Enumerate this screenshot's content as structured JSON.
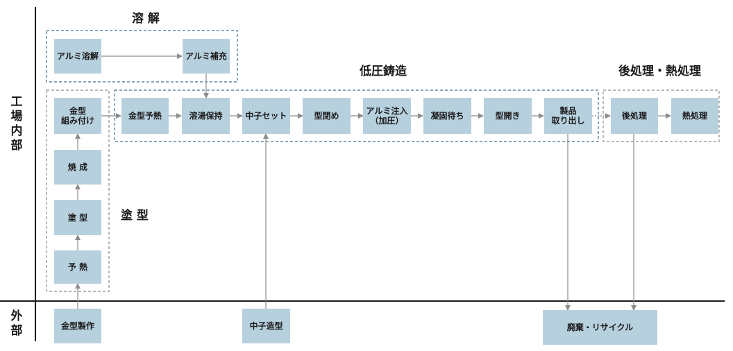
{
  "side_labels": {
    "internal": "工\n場\n内\n部",
    "external": "外\n部"
  },
  "group_labels": {
    "melting": "溶 解",
    "coating": "塗 型",
    "low_pressure": "低圧鋳造",
    "post": "後処理・熱処理"
  },
  "nodes": {
    "aluminum_melting": "アルミ溶解",
    "aluminum_refill": "アルミ補充",
    "mold_assembly": "金型\n組み付け",
    "firing": "焼 成",
    "coating": "塗 型",
    "preheat": "予 熱",
    "mold_preheat": "金型予熱",
    "molten_holding": "溶湯保持",
    "core_set": "中子セット",
    "mold_close": "型閉め",
    "aluminum_injection": "アルミ注入\n（加圧）",
    "solidify_wait": "凝固待ち",
    "mold_open": "型開き",
    "product_removal": "製品\n取り出し",
    "post_process": "後処理",
    "heat_treatment": "熱処理",
    "mold_making": "金型製作",
    "core_making": "中子造型",
    "disposal_recycle": "廃棄・リサイクル"
  },
  "colors": {
    "box": "#b7d0de",
    "group_border_blue": "#3d6f8e",
    "group_border_gray": "#8a8a8a",
    "arrow": "#8c8c8c",
    "axis": "#1a1a1a"
  }
}
